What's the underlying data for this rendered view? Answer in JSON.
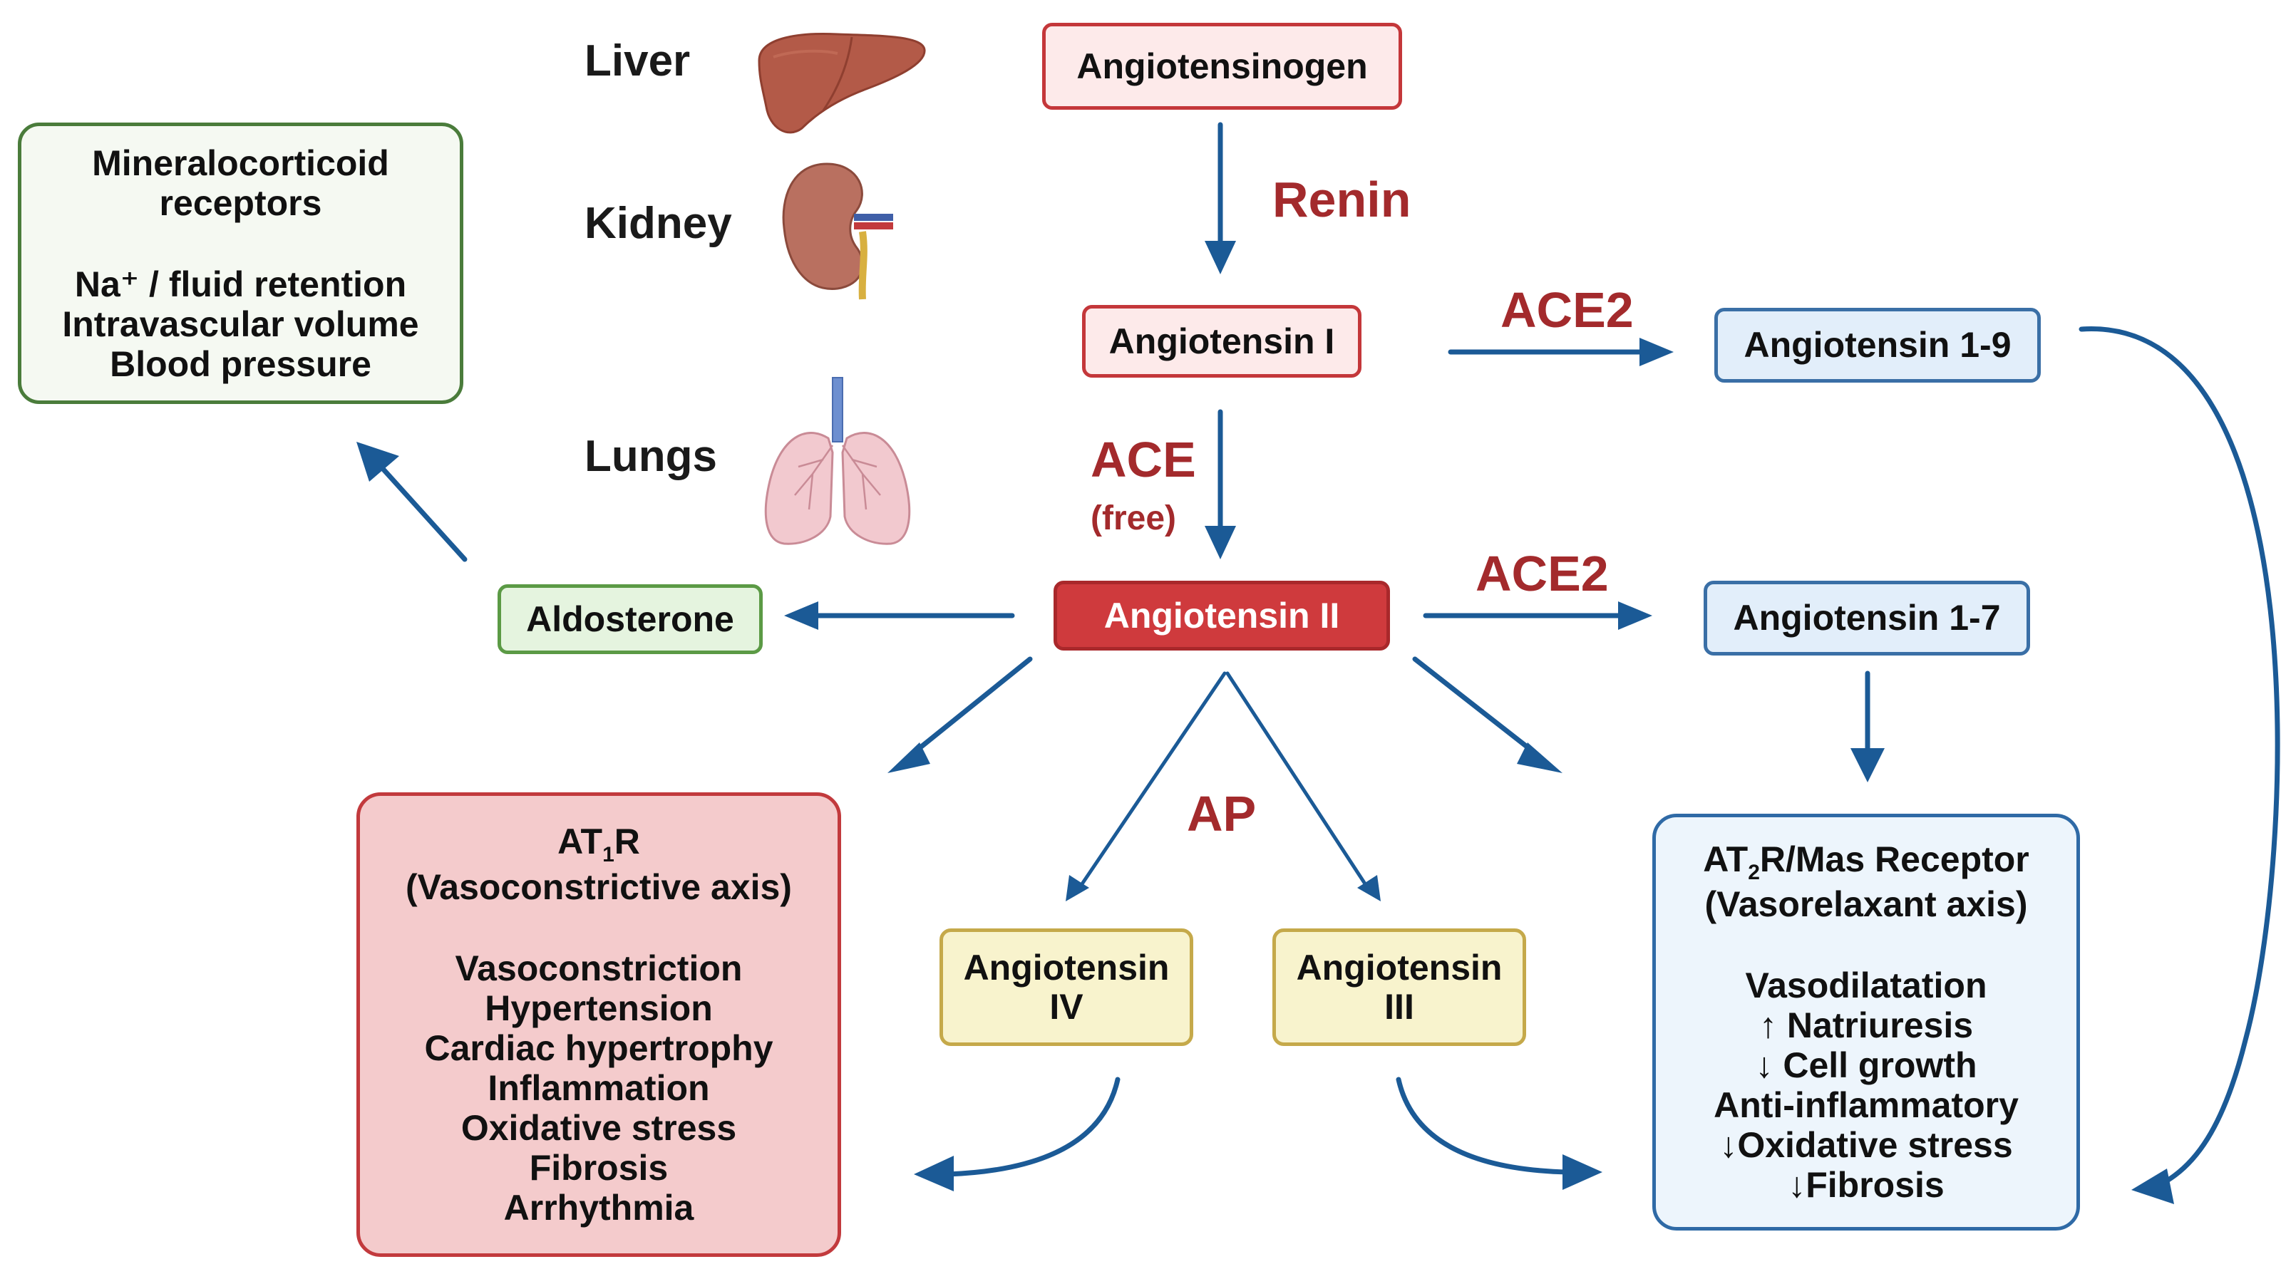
{
  "organs": {
    "liver": "Liver",
    "kidney": "Kidney",
    "lungs": "Lungs"
  },
  "nodes": {
    "angiotensinogen": "Angiotensinogen",
    "angiotensin_i": "Angiotensin I",
    "angiotensin_ii": "Angiotensin II",
    "angiotensin_1_9": "Angiotensin 1-9",
    "angiotensin_1_7": "Angiotensin 1-7",
    "aldosterone": "Aldosterone",
    "angiotensin_iv": [
      "Angiotensin",
      "IV"
    ],
    "angiotensin_iii": [
      "Angiotensin",
      "III"
    ]
  },
  "enzymes": {
    "renin": "Renin",
    "ace": "ACE",
    "ace_free": "(free)",
    "ace2_top": "ACE2",
    "ace2_mid": "ACE2",
    "ap": "AP"
  },
  "mineralocorticoid": {
    "title": [
      "Mineralocorticoid",
      "receptors"
    ],
    "effects": [
      "Na⁺ / fluid retention",
      "Intravascular volume",
      "Blood pressure"
    ]
  },
  "at1r": {
    "title_pre": "AT",
    "title_sub": "1",
    "title_post": "R",
    "subtitle": "(Vasoconstrictive axis)",
    "effects": [
      "Vasoconstriction",
      "Hypertension",
      "Cardiac hypertrophy",
      "Inflammation",
      "Oxidative stress",
      "Fibrosis",
      "Arrhythmia"
    ]
  },
  "at2r": {
    "title_pre": "AT",
    "title_sub": "2",
    "title_post": "R/Mas Receptor",
    "subtitle": "(Vasorelaxant axis)",
    "effects": [
      "Vasodilatation",
      "↑ Natriuresis",
      "↓ Cell growth",
      "Anti-inflammatory",
      "↓Oxidative stress",
      "↓Fibrosis"
    ]
  },
  "colors": {
    "arrow": "#1b5a96",
    "enzyme": "#a32a2c",
    "angiotensin_ii_fill": "#cf3a3d"
  }
}
